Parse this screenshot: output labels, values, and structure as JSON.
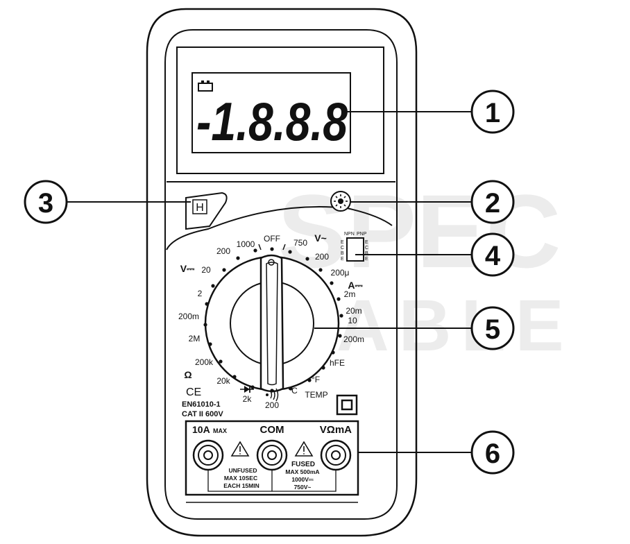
{
  "watermark": {
    "line1": "SPEC",
    "line2": "KABLE"
  },
  "display": {
    "reading": "-1.8.8.8",
    "battery_icon": "battery-icon"
  },
  "buttons": {
    "hold_label": "H",
    "backlight_icon": "sun-icon"
  },
  "callouts": [
    "1",
    "2",
    "3",
    "4",
    "5",
    "6"
  ],
  "transistor_socket": {
    "npn": "NPN",
    "pnp": "PNP",
    "pins": [
      "E",
      "C",
      "B",
      "E"
    ]
  },
  "dial": {
    "off": "OFF",
    "dcv_symbol": "V⎓",
    "acv_symbol": "V~",
    "dca_symbol": "A⎓",
    "ohm_symbol": "Ω",
    "dcv_ranges": [
      "1000",
      "200",
      "20",
      "2",
      "200m"
    ],
    "acv_ranges": [
      "750",
      "200"
    ],
    "dca_ranges": [
      "200μ",
      "2m",
      "20m",
      "10",
      "200m"
    ],
    "hfe": "hFE",
    "temp_f": "°F",
    "temp_c": "°C",
    "temp": "TEMP",
    "continuity": "200",
    "diode": "2k",
    "ohm_ranges": [
      "2M",
      "200k",
      "20k"
    ]
  },
  "compliance": {
    "ce": "CE",
    "standard": "EN61010-1",
    "category": "CAT II 600V"
  },
  "jacks": {
    "left": {
      "label": "10A",
      "suffix": "MAX",
      "warning": [
        "UNFUSED",
        "MAX 10SEC",
        "EACH 15MIN"
      ]
    },
    "center": {
      "label": "COM"
    },
    "right": {
      "label": "VΩmA",
      "warning": [
        "FUSED",
        "MAX 500mA",
        "1000V⎓",
        "750V~"
      ]
    }
  }
}
